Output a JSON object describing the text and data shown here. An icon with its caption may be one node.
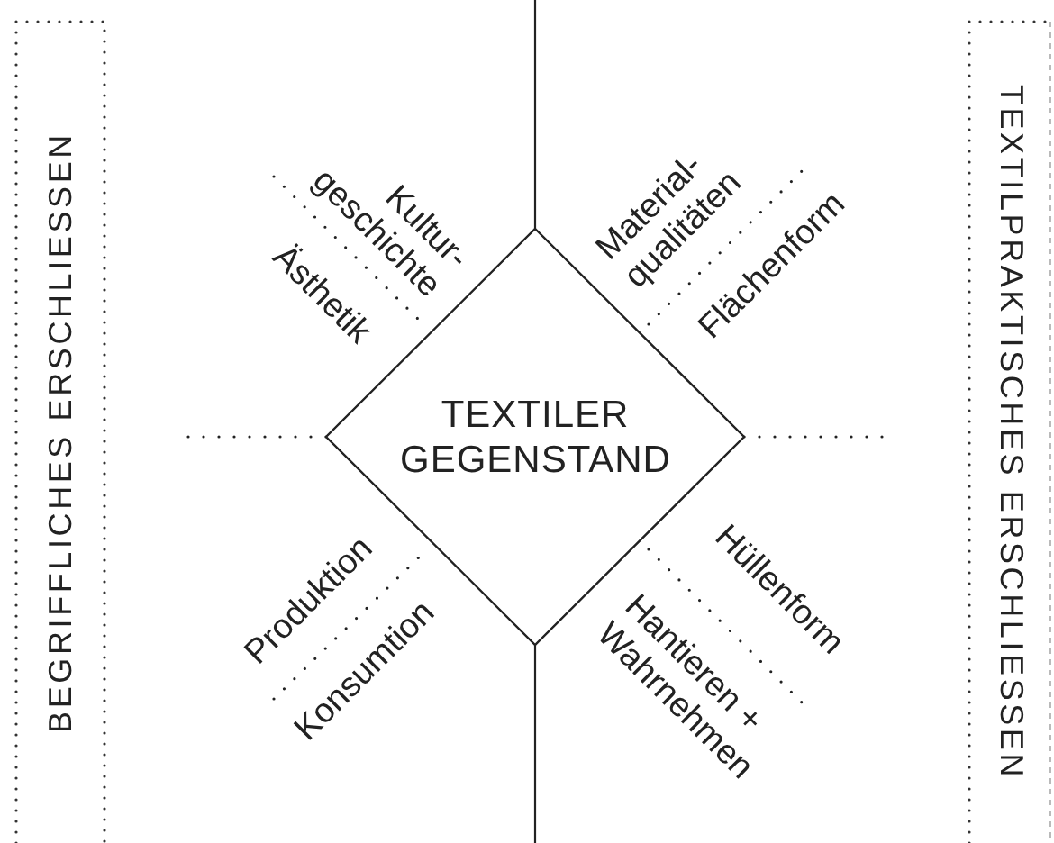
{
  "diagram": {
    "nodes": [
      {
        "text": [
          "TEXTILER GEGENSTAND"
        ]
      },
      {
        "text": [
          "BEGRIFFLICHES ERSCHLIESSEN"
        ]
      },
      {
        "text": [
          "TEXTILPRAKTISCHES ERSCHLIESSEN"
        ]
      }
    ],
    "labels": [
      "Kultur- geschichte",
      "Ästhetik",
      "Material- qualitäten",
      "Flächenform",
      "Produktion",
      "Konsumtion",
      "Hüllenform",
      "Hantieren + Wahrnehmen"
    ]
  }
}
